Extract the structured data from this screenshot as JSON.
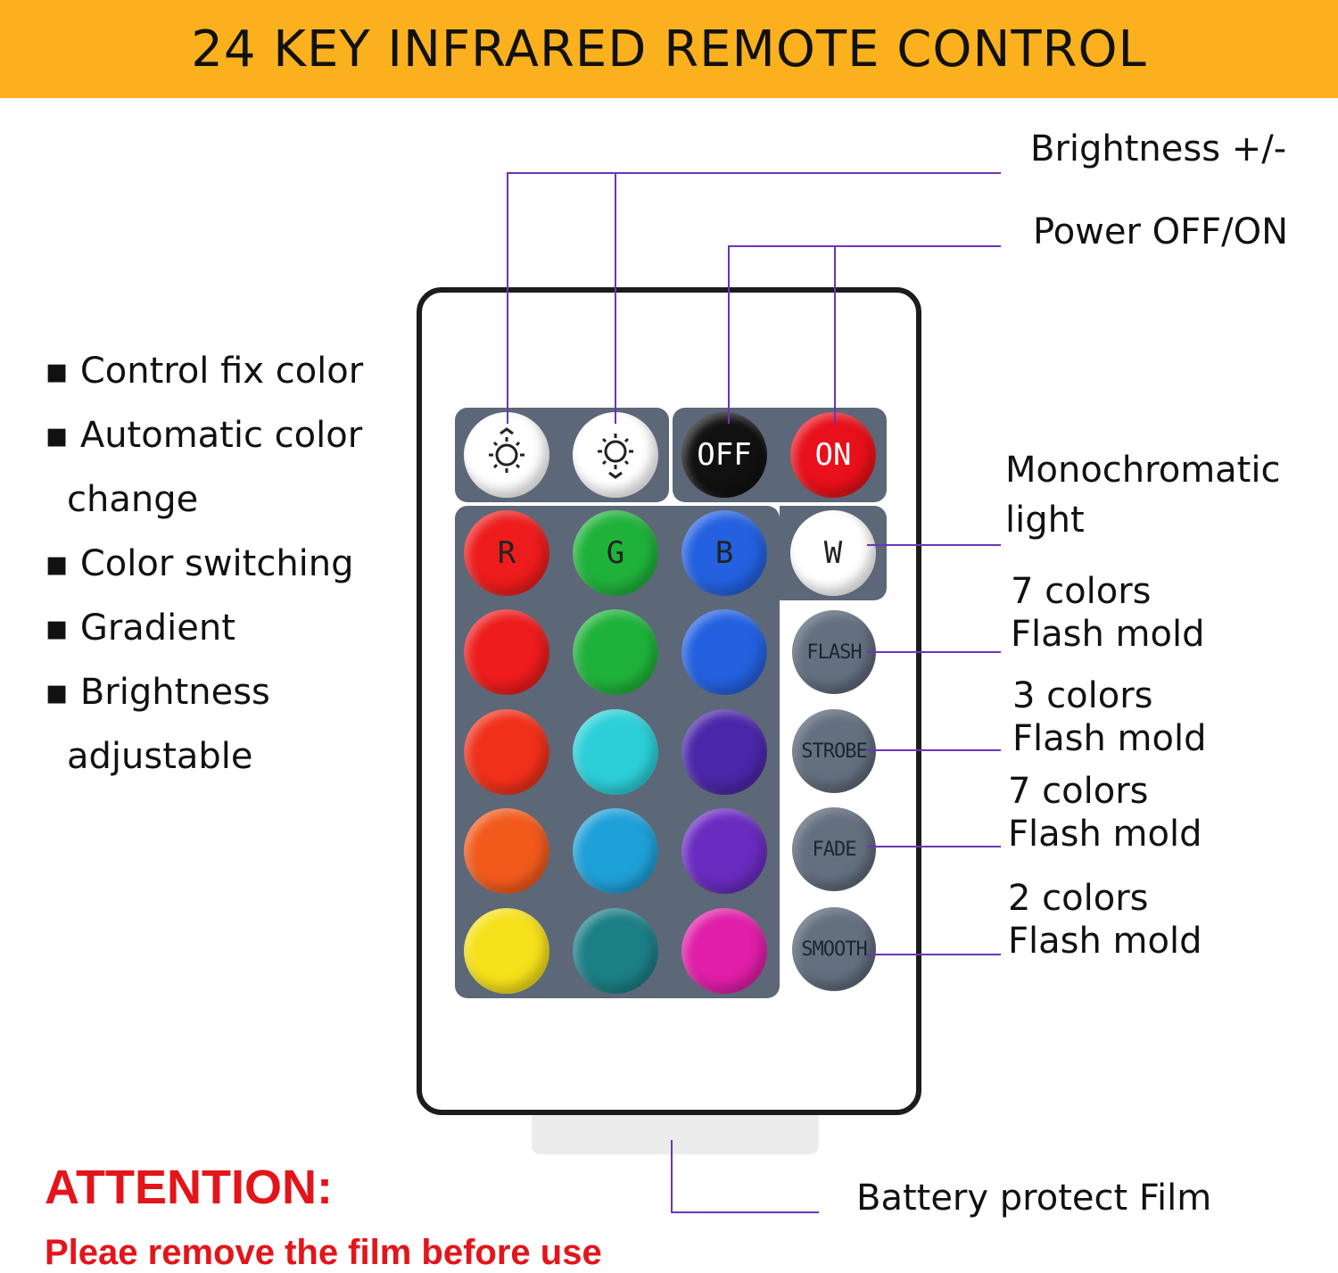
{
  "banner": {
    "title": "24 KEY INFRARED REMOTE CONTROL"
  },
  "features": {
    "items": [
      "▪ Control fix color",
      "▪ Automatic color",
      "change",
      "▪ Color switching",
      "▪ Gradient",
      "▪ Brightness",
      "adjustable"
    ]
  },
  "labels": {
    "brightness": "Brightness +/-",
    "power": "Power OFF/ON",
    "mono_1": "Monochromatic",
    "mono_2": "light",
    "flash_1": "7 colors",
    "flash_2": "Flash mold",
    "strobe_1": "3 colors",
    "strobe_2": "Flash mold",
    "fade_1": "7 colors",
    "fade_2": "Flash mold",
    "smooth_1": "2 colors",
    "smooth_2": "Flash mold",
    "battery": "Battery protect Film"
  },
  "remote": {
    "top_buttons": {
      "off": "OFF",
      "on": "ON"
    },
    "rgbw": {
      "r": "R",
      "g": "G",
      "b": "B",
      "w": "W"
    },
    "modes": {
      "flash": "FLASH",
      "strobe": "STROBE",
      "fade": "FADE",
      "smooth": "SMOOTH"
    },
    "color_rows": [
      [
        "#ee1c1c",
        "#1fb23a",
        "#2361e0"
      ],
      [
        "#f0301a",
        "#2ccfd8",
        "#4a27a8"
      ],
      [
        "#f25a1c",
        "#1ea0d8",
        "#6a2bc0"
      ],
      [
        "#f6e11a",
        "#1b7f86",
        "#e01ea8"
      ]
    ],
    "colors": {
      "white": "#ffffff",
      "off": "#111111",
      "on": "#e8101a",
      "r": "#ee1c1c",
      "g": "#1fb23a",
      "b": "#2361e0"
    }
  },
  "attention": {
    "title": "ATTENTION:",
    "message": "Pleae remove the film before use"
  }
}
